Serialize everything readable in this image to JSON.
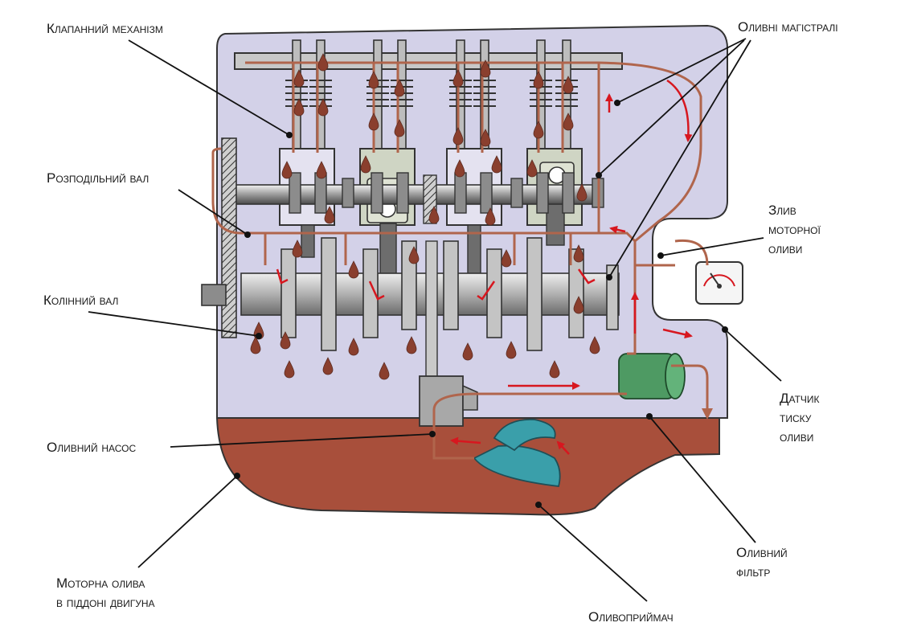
{
  "labels": {
    "valve_mechanism": "Клапанний механізм",
    "oil_lines": "Оливні магістралі",
    "camshaft": "Розподільний вал",
    "oil_drain": "Злив\nмоторної\nоливи",
    "crankshaft": "Колінний вал",
    "oil_pump": "Оливний насос",
    "pressure_sensor": "Датчик\nтиску\nоливи",
    "oil_in_pan": "Моторна олива\nв піддоні двигуна",
    "oil_filter": "Оливний\nфільтр",
    "oil_intake": "Оливоприймач"
  },
  "colors": {
    "housing": "#d3d1e8",
    "oil": "#a84f3b",
    "oil_line": "#b0654c",
    "flow_arrow": "#d7171f",
    "metal_dark": "#6d6d6d",
    "metal_light": "#c9c9c9",
    "piston": "#cfd5c4",
    "filter": "#4e9a63",
    "intake": "#3a9faa"
  }
}
